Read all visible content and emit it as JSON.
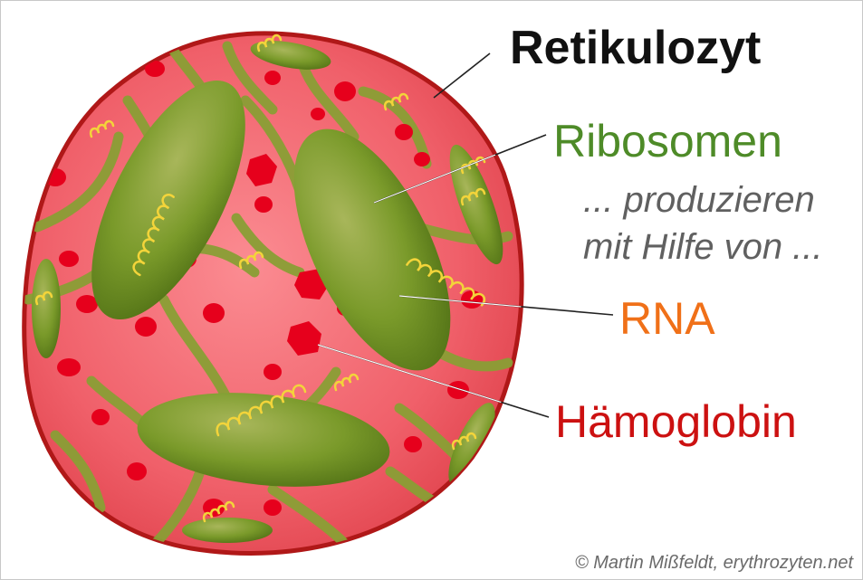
{
  "title": "Retikulozyt",
  "labels": {
    "ribosomes": "Ribosomen",
    "producing_line1": "... produzieren",
    "producing_line2": "mit Hilfe von ...",
    "rna": "RNA",
    "hemoglobin": "Hämoglobin"
  },
  "credit": "© Martin Mißfeldt, erythrozyten.net",
  "colors": {
    "ribosomes": "#4e8b28",
    "producing": "#606060",
    "rna": "#f07018",
    "hemoglobin": "#cc1111",
    "cell_fill": "#f0606a",
    "cell_border": "#b01818",
    "organelle": "#7c9a28",
    "rna_strand": "#f3d43a"
  }
}
